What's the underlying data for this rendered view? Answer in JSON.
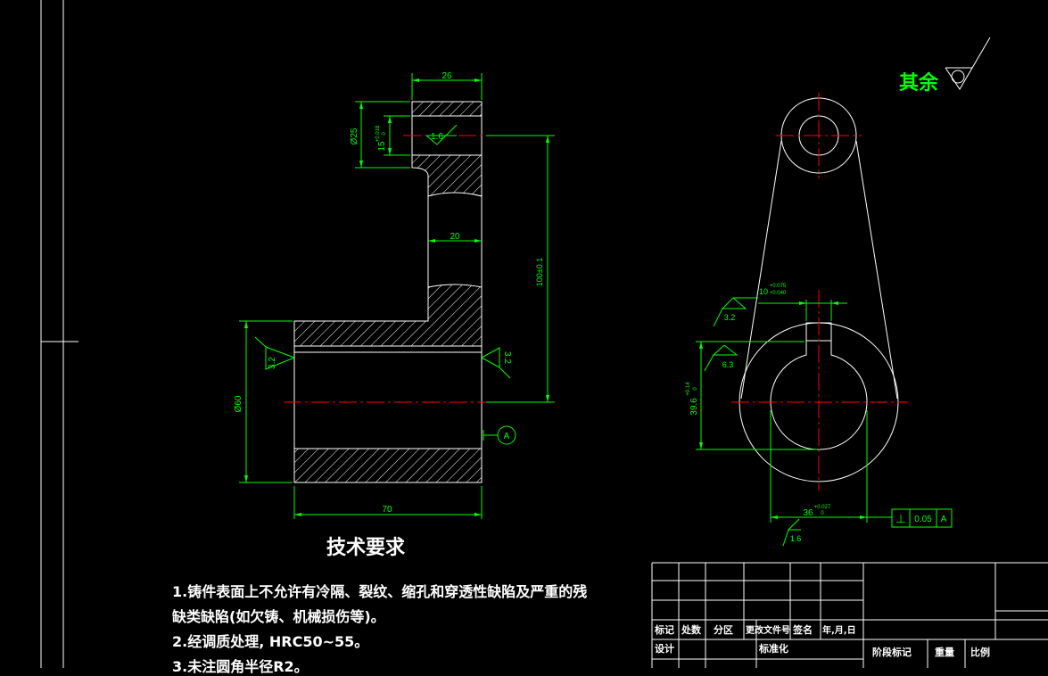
{
  "colors": {
    "background": "#000000",
    "outline": "#ffffff",
    "dimension": "#00ff00",
    "centerline": "#ff0000",
    "surface_note": "#00ff00"
  },
  "surface_note": {
    "label": "其余"
  },
  "section_dims": {
    "d_26": "26",
    "d_phi25": "Ø25",
    "d_15": "15",
    "d_15_tol_up": "+0.018",
    "d_15_tol_low": "0",
    "rough_16": "1.6",
    "d_20": "20",
    "d_100": "100±0.1",
    "rough_32_left": "3.2",
    "rough_32_right": "3.2",
    "d_phi60": "Ø60",
    "datum_a": "A",
    "d_70": "70"
  },
  "plan_dims": {
    "d_10": "10",
    "d_10_tol_up": "+0.075",
    "d_10_tol_low": "+0.040",
    "rough_32": "3.2",
    "rough_63": "6.3",
    "d_396": "39.6",
    "d_396_tol_up": "+0.14",
    "d_396_tol_low": "0",
    "d_36": "36",
    "d_36_tol_up": "+0.027",
    "d_36_tol_low": "0",
    "rough_16": "1.6",
    "perp_symbol": "⊥",
    "perp_value": "0.05",
    "perp_datum": "A"
  },
  "tech_requirements": {
    "title": "技术要求",
    "line1": "1.铸件表面上不允许有冷隔、裂纹、缩孔和穿透性缺陷及严重的残",
    "line1b": "缺类缺陷(如欠铸、机械损伤等)。",
    "line2": "2.经调质处理, HRC50~55。",
    "line3": "3.未注圆角半径R2。"
  },
  "title_block": {
    "biaoji": "标记",
    "chushu": "处数",
    "fenqu": "分区",
    "genggai": "更改文件号",
    "qianming": "签名",
    "riqi": "年,月,日",
    "sheji": "设计",
    "biaozhunhua": "标准化",
    "jieduan": "阶段标记",
    "zhongliang": "重量",
    "bili": "比例"
  }
}
